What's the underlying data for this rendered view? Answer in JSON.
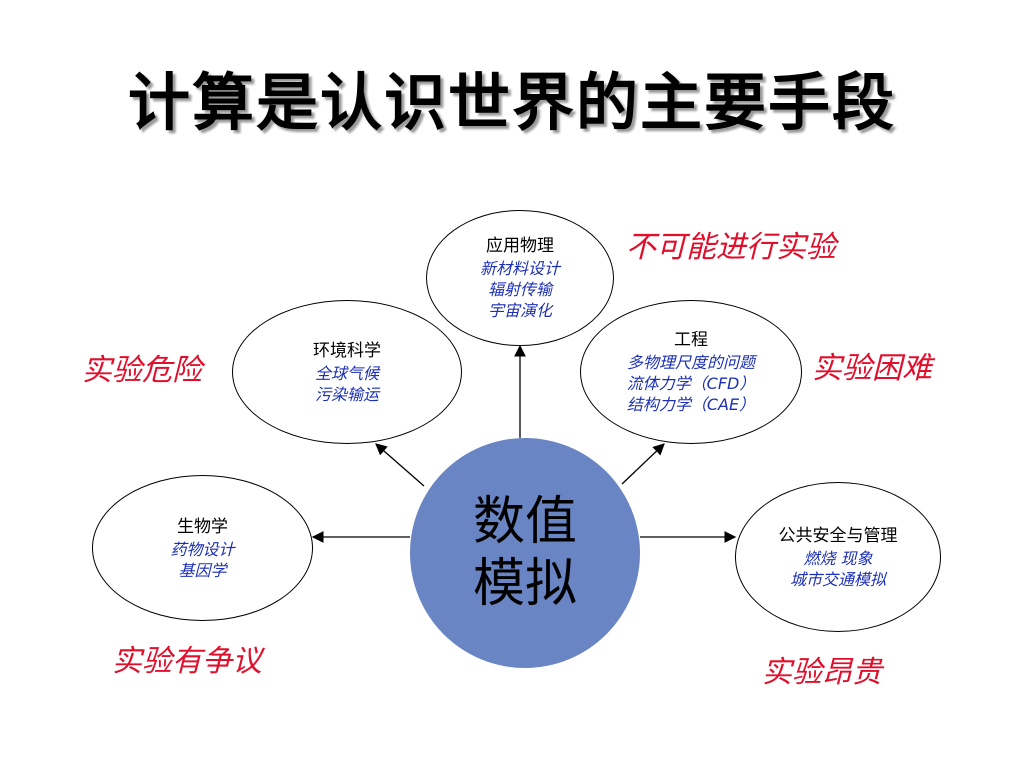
{
  "title": "计算是认识世界的主要手段",
  "center": {
    "line1": "数值",
    "line2": "模拟"
  },
  "nodes": {
    "applied_physics": {
      "heading": "应用物理",
      "items": [
        "新材料设计",
        "辐射传输",
        "宇宙演化"
      ]
    },
    "environment": {
      "heading": "环境科学",
      "items": [
        "全球气候",
        "污染输运"
      ]
    },
    "engineering": {
      "heading": "工程",
      "items": [
        "多物理尺度的问题",
        "流体力学（CFD）",
        "结构力学（CAE）"
      ]
    },
    "biology": {
      "heading": "生物学",
      "items": [
        "药物设计",
        "基因学"
      ]
    },
    "public_safety": {
      "heading": "公共安全与管理",
      "items": [
        "燃烧 现象",
        "城市交通模拟"
      ]
    }
  },
  "reasons": {
    "impossible": "不可能进行实验",
    "dangerous": "实验危险",
    "difficult": "实验困难",
    "controversial": "实验有争议",
    "expensive": "实验昂贵"
  },
  "colors": {
    "center_fill": "#6a85c3",
    "reason_text": "#e0102d",
    "item_text": "#1c2fb5"
  }
}
